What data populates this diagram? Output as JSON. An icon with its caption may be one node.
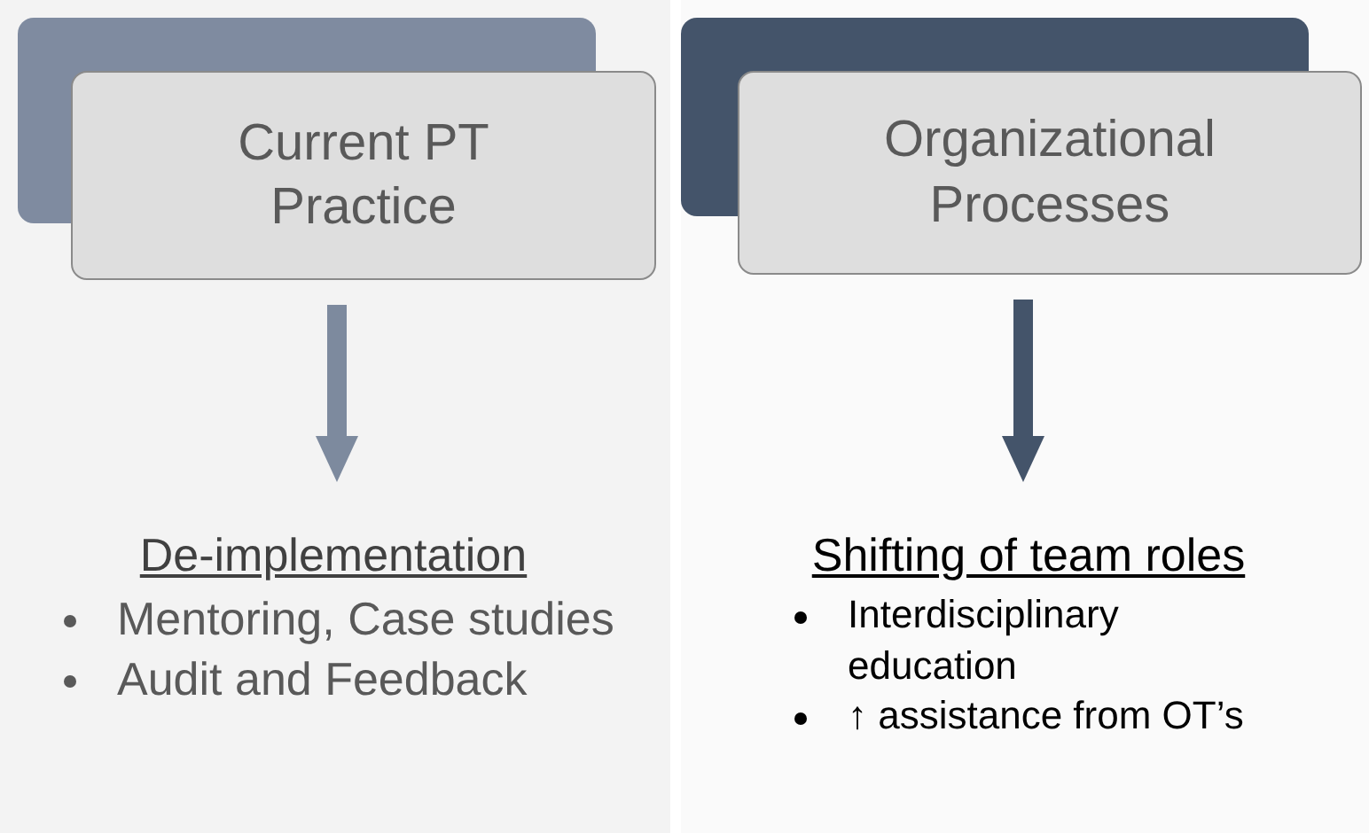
{
  "diagram": {
    "nodes": [
      {
        "text": [
          "Current PT Practice"
        ]
      },
      {
        "text": [
          "De-implementation",
          "Mentoring, Case studies",
          "Audit and Feedback"
        ]
      },
      {
        "text": [
          "Organizational Processes"
        ]
      },
      {
        "text": [
          "Shifting of team roles",
          "Interdisciplinary education",
          "↑ assistance from OT’s"
        ]
      }
    ],
    "edges": [
      {
        "from": 0,
        "to": 1,
        "arrow": "to",
        "color": "#7d8a9e"
      },
      {
        "from": 2,
        "to": 3,
        "arrow": "to",
        "color": "#44546a"
      }
    ]
  }
}
